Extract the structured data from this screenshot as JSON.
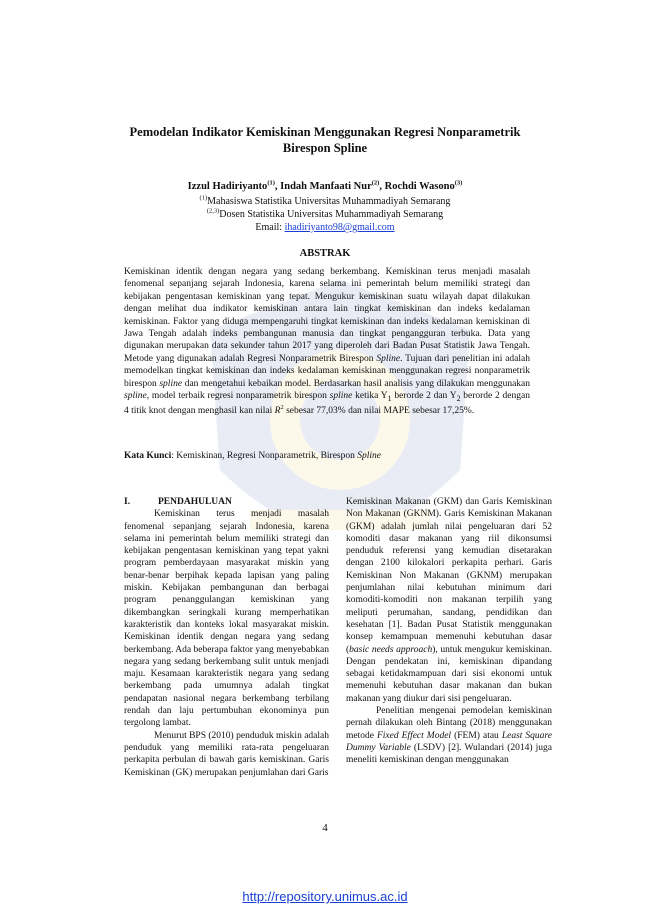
{
  "paper": {
    "title_line1": "Pemodelan Indikator Kemiskinan Menggunakan Regresi Nonparametrik",
    "title_line2": "Birespon Spline",
    "authors": {
      "a1": "Izzul Hadiriyanto",
      "a1_sup": "(1)",
      "a2": "Indah Manfaati Nur",
      "a2_sup": "(2)",
      "a3": "Rochdi Wasono",
      "a3_sup": "(3)"
    },
    "affiliations": {
      "aff1_sup": "(1)",
      "aff1": "Mahasiswa Statistika Universitas Muhammadiyah Semarang",
      "aff2_sup": "(2,3)",
      "aff2": "Dosen Statistika Universitas Muhammadiyah Semarang",
      "email_label": "Email: ",
      "email": "ihadiriyanto98@gmail.com"
    },
    "abstract_heading": "ABSTRAK",
    "abstract": {
      "p1": "Kemiskinan identik dengan negara yang sedang berkembang. Kemiskinan terus menjadi masalah fenomenal sepanjang sejarah Indonesia, karena selama ini pemerintah belum memiliki strategi dan kebijakan pengentasan kemiskinan yang tepat. Mengukur kemiskinan suatu wilayah dapat dilakukan dengan melihat dua indikator kemiskinan antara lain tingkat kemiskinan dan indeks kedalaman kemiskinan. Faktor yang diduga mempengaruhi tingkat kemiskinan dan indeks kedalaman kemiskinan di Jawa Tengah adalah indeks pembangunan manusia dan tingkat pengangguran terbuka. Data yang digunakan merupakan data sekunder tahun 2017 yang diperoleh dari Badan Pusat Statistik Jawa Tengah. Metode yang digunakan adalah Regresi Nonparametrik Birespon ",
      "spline1": "Spline",
      "p2": ". Tujuan dari penelitian ini adalah memodelkan tingkat kemiskinan dan indeks kedalaman kemiskinan menggunakan regresi nonparametrik birespon ",
      "spline2": "spline",
      "p3": " dan mengetahui kebaikan model. Berdasarkan hasil analisis yang dilakukan menggunakan ",
      "spline3": "spline",
      "p4": ", model terbaik regresi nonparametrik birespon ",
      "spline4": "spline",
      "p5": " ketika Y",
      "y1_sub": "1",
      "p6": " berorde 2 dan Y",
      "y2_sub": "2",
      "p7": " berorde 2 dengan 4 titik knot dengan menghasil kan nilai ",
      "r2": "R",
      "r2_sup": "2",
      "p8": " sebesar 77,03% dan nilai MAPE sebesar 17,25%."
    },
    "keywords_label": "Kata Kunci",
    "keywords_text": ": Kemiskinan, Regresi Nonparametrik, Birespon ",
    "keywords_spline": "Spline",
    "section": {
      "number": "I.",
      "title": "PENDAHULUAN"
    },
    "left_column": {
      "para1": "Kemiskinan terus menjadi masalah fenomenal sepanjang sejarah Indonesia, karena selama ini pemerintah belum memiliki strategi dan kebijakan pengentasan kemiskinan yang tepat yakni program pemberdayaan masyarakat miskin yang benar-benar berpihak kepada lapisan yang paling miskin. Kebijakan pembangunan dan berbagai program penanggulangan kemiskinan yang dikembangkan seringkali kurang memperhatikan karakteristik dan konteks lokal masyarakat miskin. Kemiskinan identik dengan negara yang sedang berkembang. Ada beberapa faktor yang menyebabkan negara yang sedang berkembang sulit untuk menjadi maju. Kesamaan karakteristik negara yang sedang berkembang pada umumnya adalah tingkat pendapatan nasional negara berkembang terbilang rendah dan laju pertumbuhan ekonominya pun tergolong lambat.",
      "para2": "Menurut BPS (2010) penduduk miskin adalah penduduk yang memiliki rata-rata pengeluaran perkapita perbulan di bawah garis kemiskinan. Garis Kemiskinan (GK) merupakan penjumlahan dari Garis"
    },
    "right_column": {
      "para1_a": "Kemiskinan Makanan (GKM) dan Garis Kemiskinan Non Makanan (GKNM). Garis Kemiskinan Makanan (GKM) adalah jumlah nilai pengeluaran dari 52 komoditi dasar makanan yang riil dikonsumsi penduduk referensi yang kemudian disetarakan dengan 2100 kilokalori perkapita perhari. Garis Kemiskinan Non Makanan (GKNM) merupakan penjumlahan nilai kebutuhan minimum dari komoditi-komoditi non makanan terpilih yang meliputi perumahan, sandang, pendidikan dan kesehatan [1]. Badan Pusat Statistik menggunakan konsep kemampuan memenuhi kebutuhan dasar (",
      "para1_italic": "basic needs approach",
      "para1_b": "), untuk mengukur kemiskinan. Dengan pendekatan ini, kemiskinan dipandang sebagai ketidakmampuan dari sisi ekonomi untuk memenuhi kebutuhan dasar makanan dan bukan makanan yang diukur dari sisi pengeluaran.",
      "para2_a": "Penelitian mengenai pemodelan kemiskinan pernah dilakukan oleh Bintang (2018) menggunakan metode ",
      "para2_italic1": "Fixed Effect Model",
      "para2_b": " (FEM) atau ",
      "para2_italic2": "Least Square Dummy Variable",
      "para2_c": " (LSDV) [2]. Wulandari (2014) juga meneliti kemiskinan dengan menggunakan"
    },
    "page_number": "4",
    "footer_url": "http://repository.unimus.ac.id"
  }
}
